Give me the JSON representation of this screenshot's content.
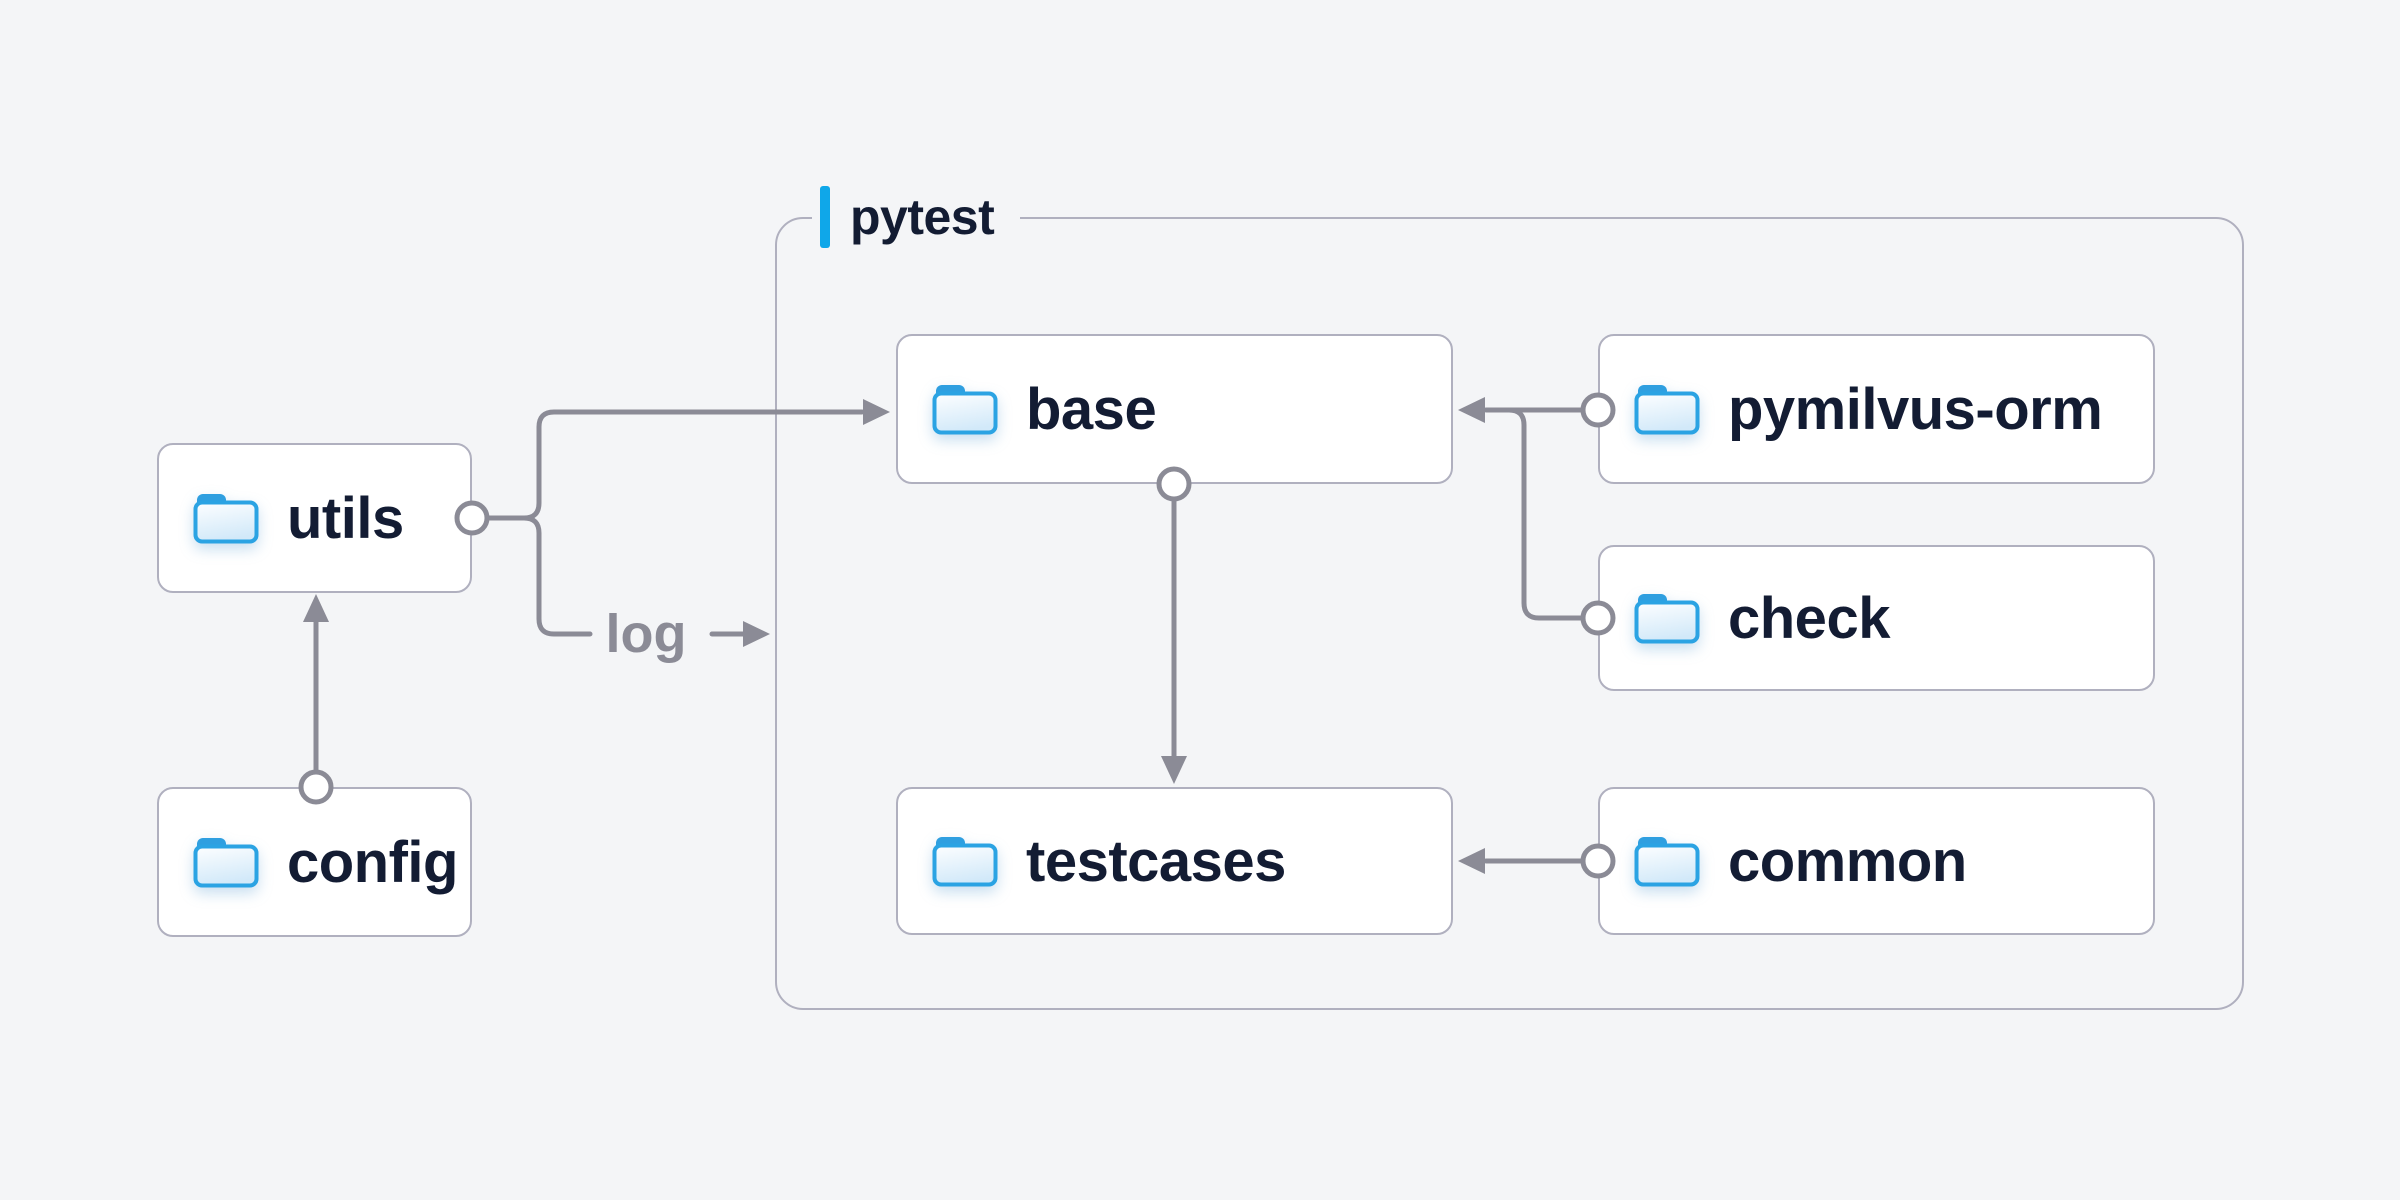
{
  "colors": {
    "background": "#f4f5f7",
    "node_fill": "#ffffff",
    "node_border": "#b0b0bf",
    "wire_gray": "#8b8b96",
    "text_navy": "#131c33",
    "muted_text_gray": "#8b8b96",
    "accent_blue": "#0fa7e9",
    "folder_outline_blue": "#2ba3e3",
    "folder_tab_blue": "#2f9fe0"
  },
  "container": {
    "label": "pytest"
  },
  "nodes": [
    {
      "id": "utils",
      "label": "utils",
      "icon": "folder-icon",
      "inside_container": false
    },
    {
      "id": "config",
      "label": "config",
      "icon": "folder-icon",
      "inside_container": false
    },
    {
      "id": "base",
      "label": "base",
      "icon": "folder-icon",
      "inside_container": true
    },
    {
      "id": "pymilvus-orm",
      "label": "pymilvus-orm",
      "icon": "folder-icon",
      "inside_container": true
    },
    {
      "id": "check",
      "label": "check",
      "icon": "folder-icon",
      "inside_container": true
    },
    {
      "id": "testcases",
      "label": "testcases",
      "icon": "folder-icon",
      "inside_container": true
    },
    {
      "id": "common",
      "label": "common",
      "icon": "folder-icon",
      "inside_container": true
    }
  ],
  "edges": [
    {
      "from": "config",
      "to": "utils",
      "type": "arrow"
    },
    {
      "from": "utils",
      "to": "base",
      "type": "arrow"
    },
    {
      "from": "utils",
      "to": "log",
      "type": "labeled-arrow",
      "label": "log"
    },
    {
      "from": "pymilvus-orm",
      "to": "base",
      "type": "arrow"
    },
    {
      "from": "check",
      "to": "base",
      "type": "arrow-merge"
    },
    {
      "from": "base",
      "to": "testcases",
      "type": "arrow"
    },
    {
      "from": "common",
      "to": "testcases",
      "type": "arrow"
    }
  ],
  "edge_label": {
    "text": "log"
  }
}
